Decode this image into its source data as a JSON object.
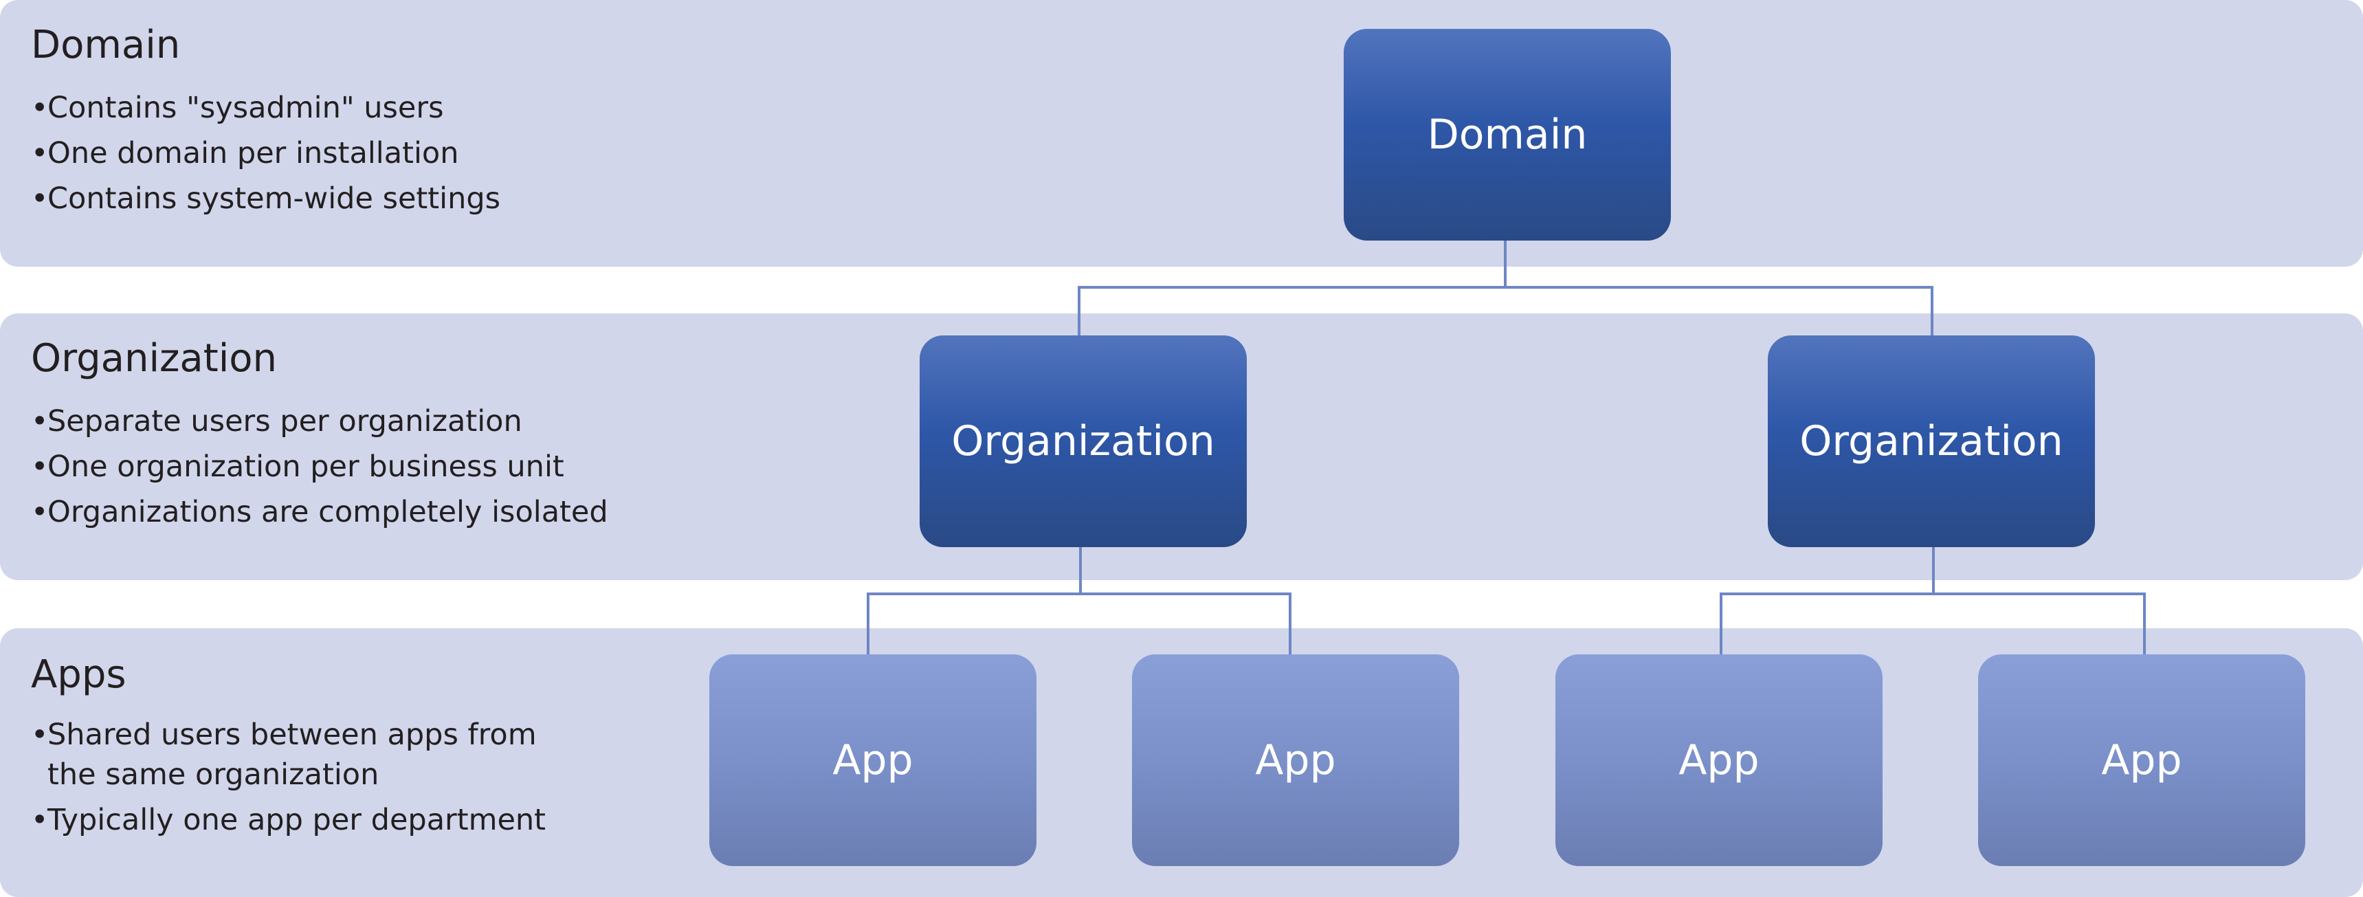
{
  "bands": {
    "domain": {
      "title": "Domain",
      "bullets": [
        "Contains \"sysadmin\" users",
        "One domain per installation",
        "Contains system-wide settings"
      ]
    },
    "organization": {
      "title": "Organization",
      "bullets": [
        "Separate users per organization",
        "One organization per business unit",
        "Organizations are completely isolated"
      ]
    },
    "apps": {
      "title": "Apps",
      "bullets": [
        "Shared users between apps from\n the same organization",
        "Typically one app per department"
      ]
    }
  },
  "nodes": {
    "domain": "Domain",
    "organizations": [
      "Organization",
      "Organization"
    ],
    "apps": [
      "App",
      "App",
      "App",
      "App"
    ]
  },
  "colors": {
    "band_background": "#d1d6eb",
    "dark_node": "#2e57a8",
    "light_node": "#7b90c9",
    "connector": "#6e86c4",
    "node_text": "#ffffff"
  }
}
